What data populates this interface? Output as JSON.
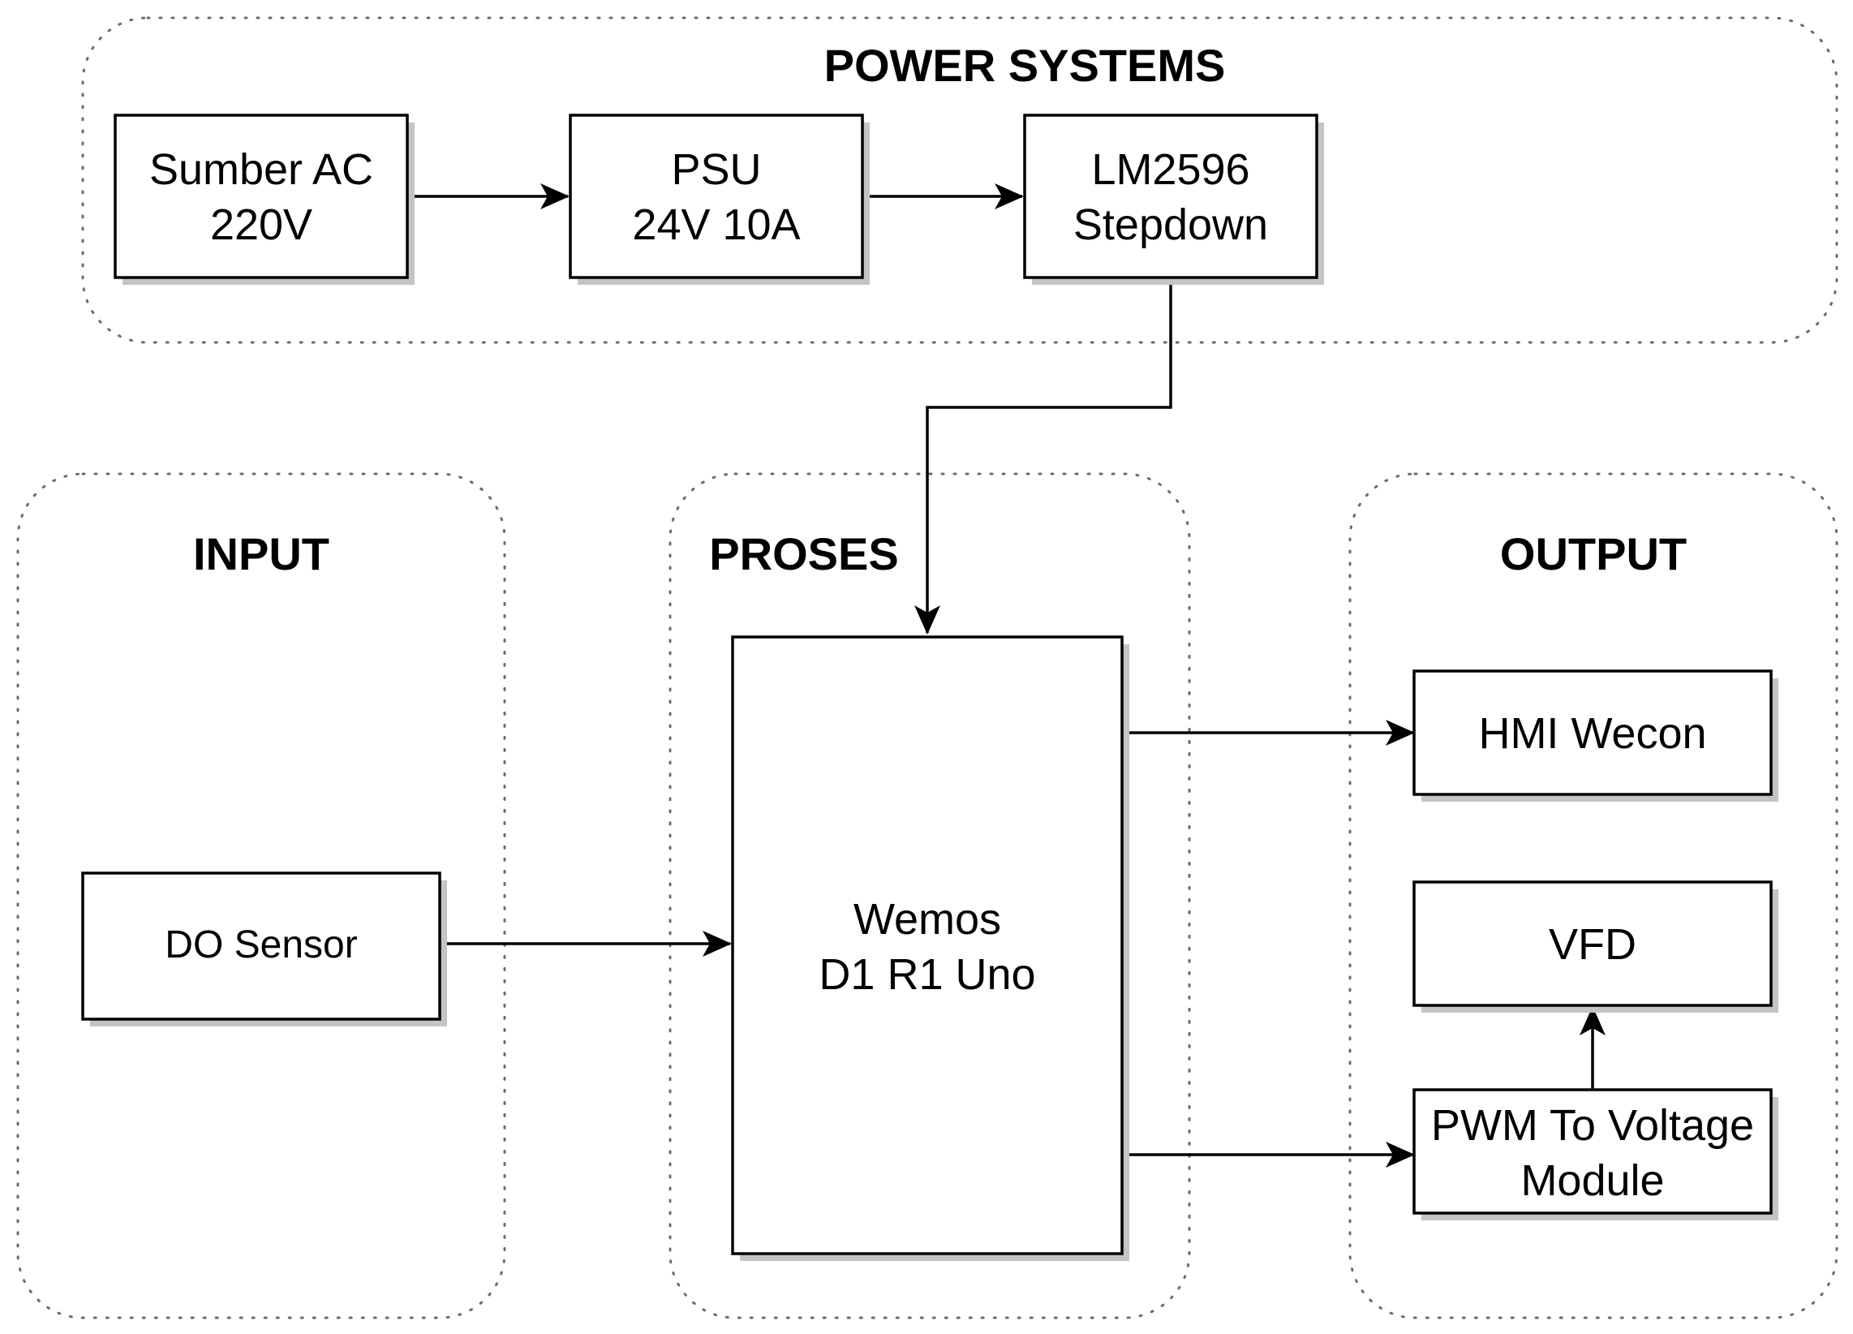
{
  "groups": {
    "power": {
      "title": "POWER SYSTEMS"
    },
    "input": {
      "title": "INPUT"
    },
    "proses": {
      "title": "PROSES"
    },
    "output": {
      "title": "OUTPUT"
    }
  },
  "nodes": {
    "sumber_ac": {
      "line1": "Sumber AC",
      "line2": "220V"
    },
    "psu": {
      "line1": "PSU",
      "line2": "24V 10A"
    },
    "lm2596": {
      "line1": "LM2596",
      "line2": "Stepdown"
    },
    "do_sensor": {
      "line1": "DO Sensor"
    },
    "wemos": {
      "line1": "Wemos",
      "line2": "D1 R1 Uno"
    },
    "hmi": {
      "line1": "HMI Wecon"
    },
    "vfd": {
      "line1": "VFD"
    },
    "pwm": {
      "line1": "PWM To Voltage",
      "line2": "Module"
    }
  },
  "edges": [
    {
      "from": "Sumber AC 220V",
      "to": "PSU 24V 10A"
    },
    {
      "from": "PSU 24V 10A",
      "to": "LM2596 Stepdown"
    },
    {
      "from": "LM2596 Stepdown",
      "to": "Wemos D1 R1 Uno"
    },
    {
      "from": "DO Sensor",
      "to": "Wemos D1 R1 Uno"
    },
    {
      "from": "Wemos D1 R1 Uno",
      "to": "HMI Wecon"
    },
    {
      "from": "Wemos D1 R1 Uno",
      "to": "PWM To Voltage Module"
    },
    {
      "from": "PWM To Voltage Module",
      "to": "VFD"
    }
  ]
}
